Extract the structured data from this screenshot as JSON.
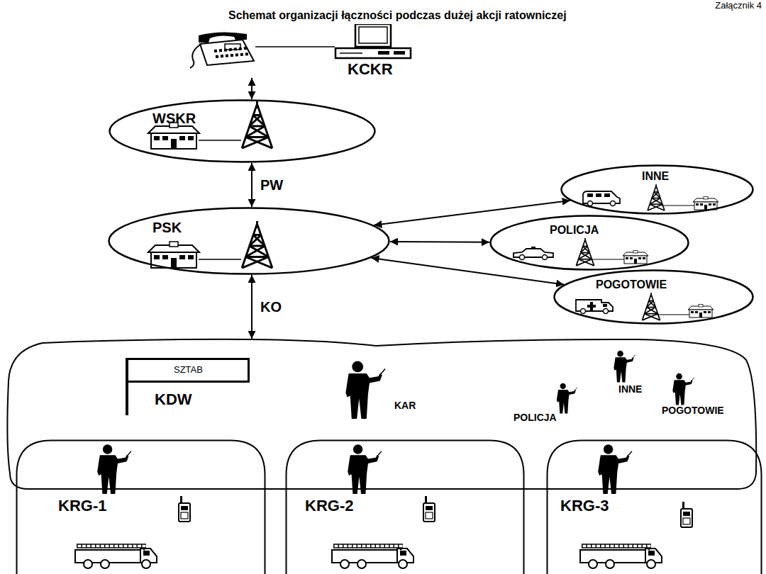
{
  "diagram": {
    "title": "Schemat organizacji łączności podczas dużej akcji ratowniczej",
    "nodes": [
      {
        "text": [
          "KCKR"
        ]
      },
      {
        "text": [
          "WSKR"
        ]
      },
      {
        "text": [
          "INNE"
        ]
      },
      {
        "text": [
          "PSK"
        ]
      },
      {
        "text": [
          "POLICJA"
        ]
      },
      {
        "text": [
          "POGOTOWIE"
        ]
      },
      {
        "text": [
          "KAR",
          "POLICJA",
          "INNE",
          "POGOTOWIE"
        ]
      },
      {
        "text": [
          "SZTAB",
          "KDW"
        ],
        "in": 6
      },
      {
        "text": [
          "KRG-1"
        ],
        "in": 6
      },
      {
        "text": [
          "KRG-2"
        ],
        "in": 6
      },
      {
        "text": [
          "KRG-3"
        ],
        "in": 6
      }
    ],
    "edges": [
      {
        "from": 0,
        "to": 1,
        "arrow": "both"
      },
      {
        "from": 1,
        "to": 3,
        "arrow": "both",
        "label": "PW"
      },
      {
        "from": 3,
        "to": 2,
        "arrow": "both"
      },
      {
        "from": 3,
        "to": 4,
        "arrow": "both"
      },
      {
        "from": 3,
        "to": 5,
        "arrow": "both"
      },
      {
        "from": 3,
        "to": 6,
        "arrow": "both",
        "label": "KO"
      }
    ],
    "labels": [
      "Załącznik 4"
    ]
  }
}
